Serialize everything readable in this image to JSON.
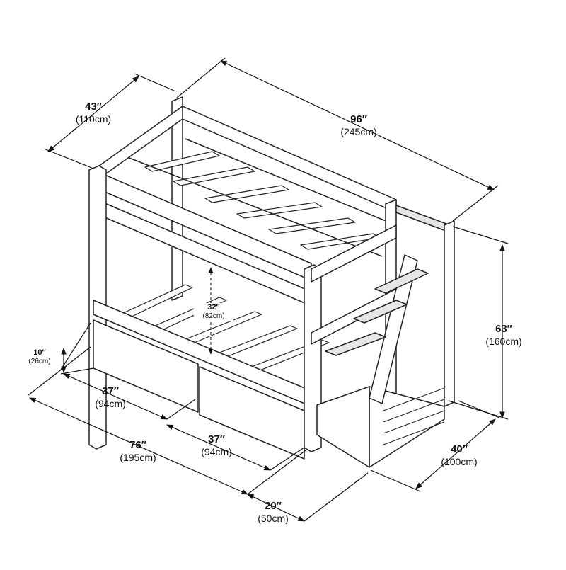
{
  "diagram": {
    "subject": "bunk bed with staircase and storage drawers",
    "colors": {
      "line": "#222222",
      "fill": "#ffffff",
      "shade": "#e6e6e6",
      "dim": "#111111"
    },
    "dimensions": {
      "width": {
        "in": "43″",
        "cm": "(110cm)"
      },
      "length": {
        "in": "96″",
        "cm": "(245cm)"
      },
      "height": {
        "in": "63″",
        "cm": "(160cm)"
      },
      "stair_depth": {
        "in": "40″",
        "cm": "(100cm)"
      },
      "bed_length": {
        "in": "76″",
        "cm": "(195cm)"
      },
      "drawer_left": {
        "in": "37″",
        "cm": "(94cm)"
      },
      "drawer_right": {
        "in": "37″",
        "cm": "(94cm)"
      },
      "stair_width": {
        "in": "20″",
        "cm": "(50cm)"
      },
      "drawer_height": {
        "in": "10″",
        "cm": "(26cm)"
      },
      "clearance": {
        "in": "32″",
        "cm": "(82cm)"
      }
    }
  }
}
